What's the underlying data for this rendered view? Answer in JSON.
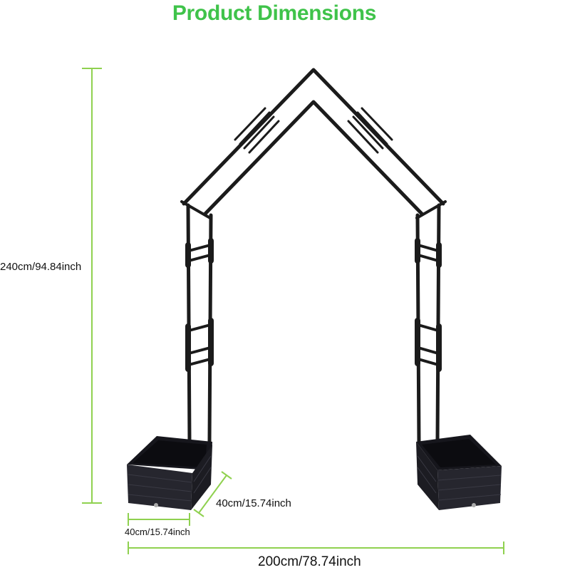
{
  "title": "Product Dimensions",
  "colors": {
    "title": "#3fc34a",
    "dimension_line": "#8fd14f",
    "frame": "#1b1b1b",
    "planter": "#202028"
  },
  "dimensions": {
    "height": "240cm/94.84inch",
    "width": "200cm/78.74inch",
    "planter_depth": "40cm/15.74inch",
    "planter_length": "40cm/15.74inch"
  }
}
